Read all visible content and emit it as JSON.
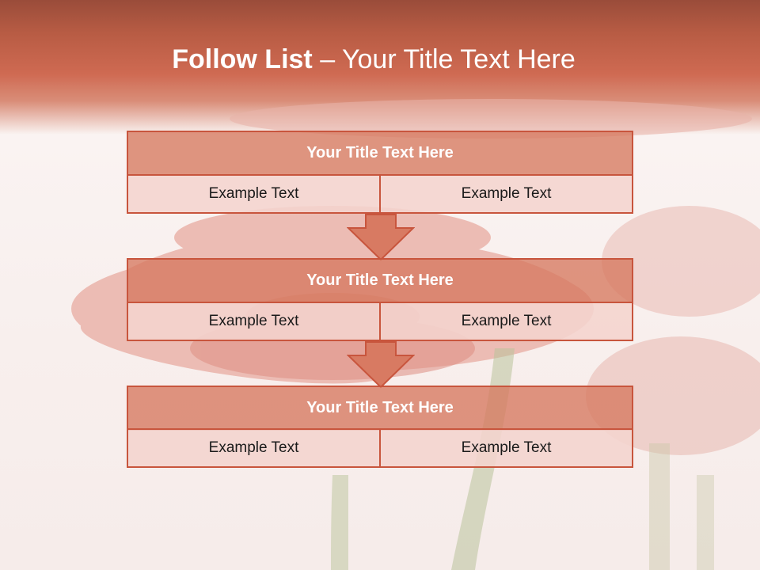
{
  "slide": {
    "title_bold": "Follow List",
    "title_rest": " – Your Title Text Here"
  },
  "blocks": [
    {
      "title": "Your Title Text Here",
      "left": "Example Text",
      "right": "Example Text"
    },
    {
      "title": "Your Title Text Here",
      "left": "Example Text",
      "right": "Example Text"
    },
    {
      "title": "Your Title Text Here",
      "left": "Example Text",
      "right": "Example Text"
    }
  ],
  "icons": {
    "arrow": "down-arrow-icon"
  },
  "colors": {
    "accent": "#c8553d",
    "header": "#cf6a52",
    "title_fill": "#d6785f",
    "cell_fill": "#f4d4ce",
    "background": "#f9f1f0"
  }
}
